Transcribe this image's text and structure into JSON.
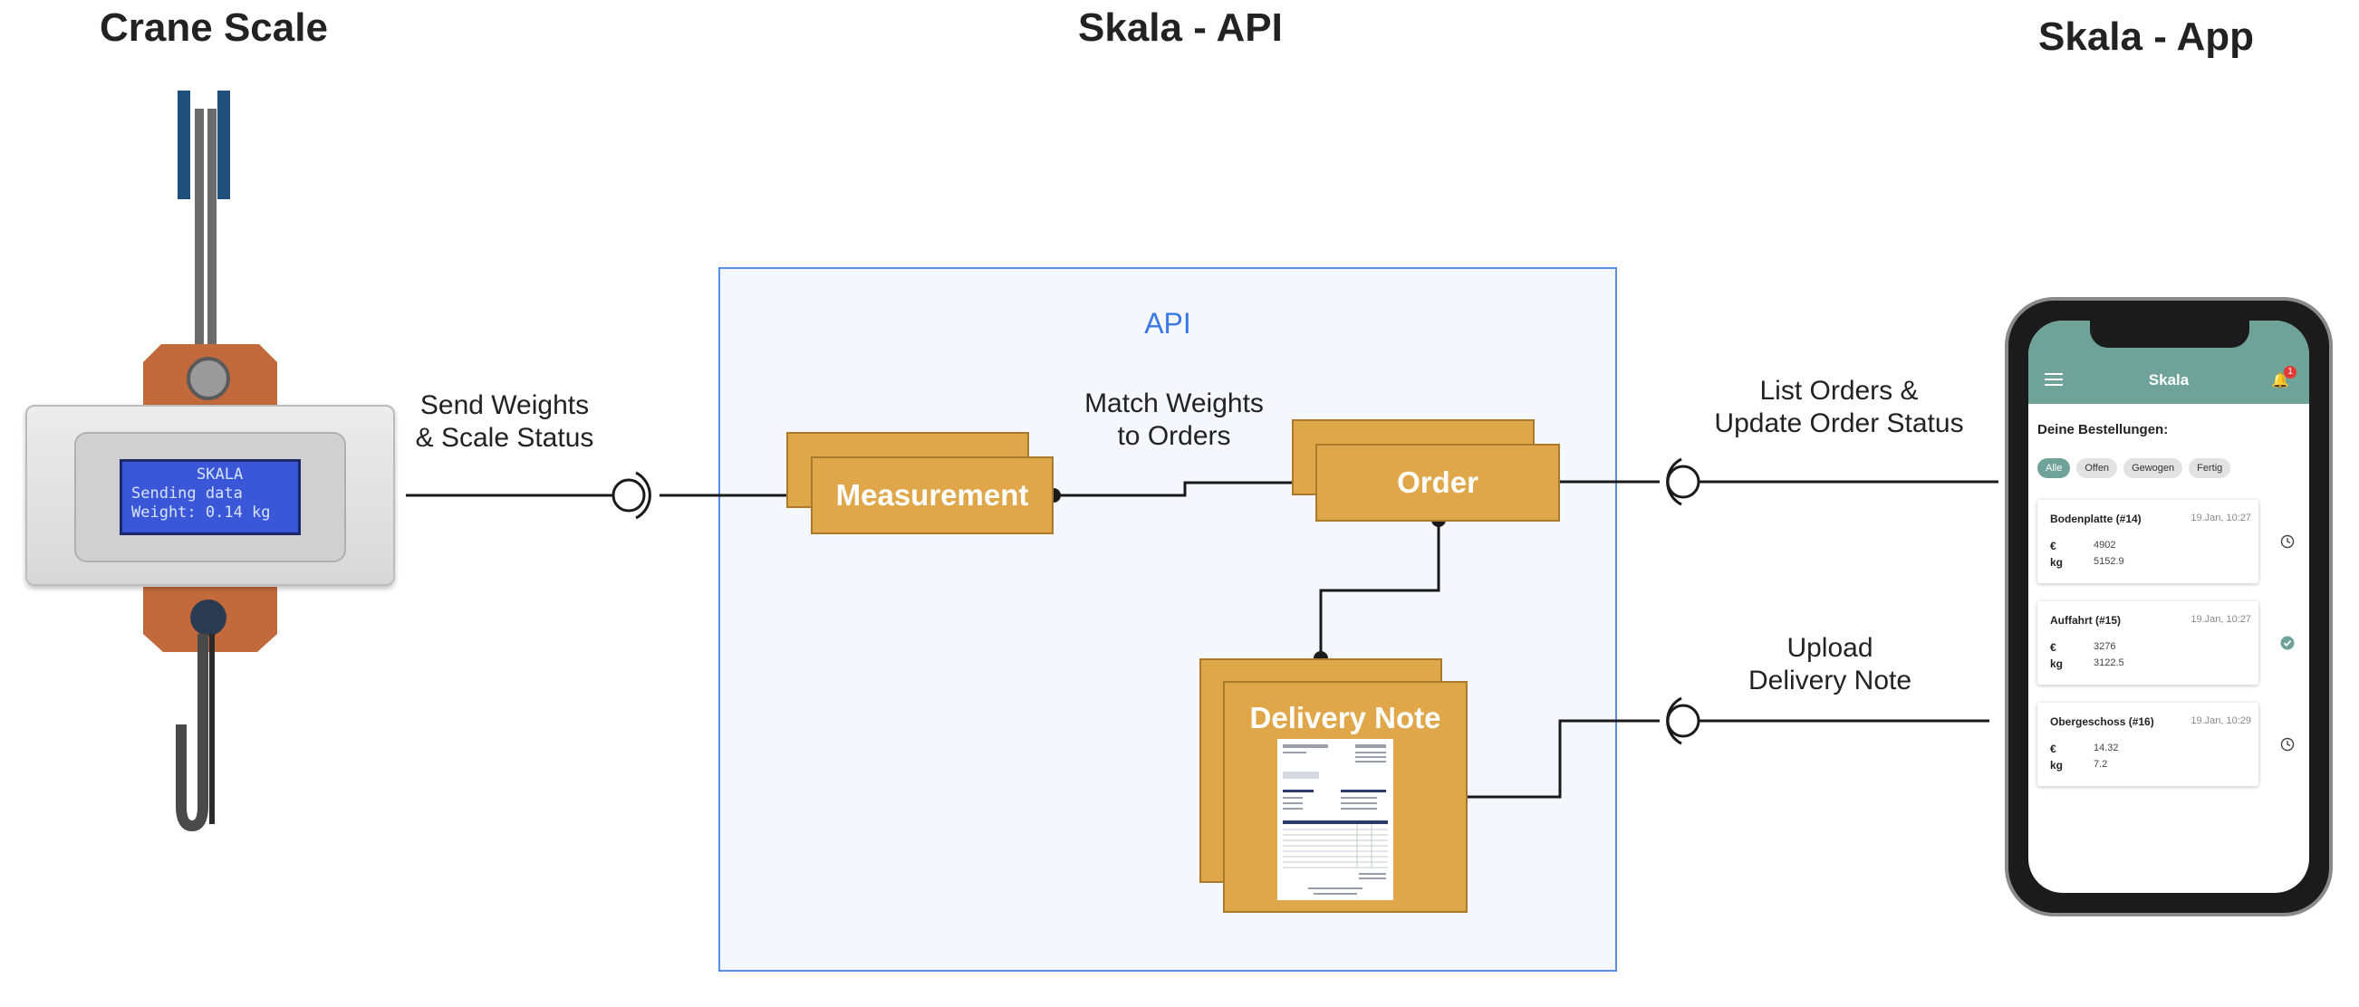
{
  "titles": {
    "crane": "Crane Scale",
    "api": "Skala - API",
    "app": "Skala - App"
  },
  "api_box": {
    "label": "API"
  },
  "components": {
    "measurement": "Measurement",
    "order": "Order",
    "delivery_note": "Delivery Note"
  },
  "edges": {
    "send_weights": [
      "Send Weights",
      "& Scale Status"
    ],
    "match_weights": [
      "Match Weights",
      "to Orders"
    ],
    "list_orders": [
      "List Orders &",
      "Update Order Status"
    ],
    "upload": [
      "Upload",
      "Delivery Note"
    ]
  },
  "crane_display": {
    "line1": "SKALA",
    "line2": "Sending data",
    "line3": "Weight: 0.14 kg"
  },
  "app": {
    "title": "Skala",
    "badge": "1",
    "heading": "Deine Bestellungen:",
    "filters": [
      "Alle",
      "Offen",
      "Gewogen",
      "Fertig"
    ],
    "orders": [
      {
        "name": "Bodenplatte (#14)",
        "date": "19.Jan, 10:27",
        "euro": "4902",
        "kg": "5152.9",
        "status": "clock-icon"
      },
      {
        "name": "Auffahrt (#15)",
        "date": "19.Jan, 10:27",
        "euro": "3276",
        "kg": "3122.5",
        "status": "check-icon"
      },
      {
        "name": "Obergeschoss (#16)",
        "date": "19.Jan, 10:29",
        "euro": "14.32",
        "kg": "7.2",
        "status": "clock-icon"
      }
    ],
    "euro_symbol": "€",
    "kg_label": "kg"
  },
  "colors": {
    "component_fill": "#e0a64a",
    "component_border": "#a87a2c",
    "api_border": "#5b8def",
    "api_fill": "#f5f7fc",
    "app_accent": "#6fa39a"
  }
}
